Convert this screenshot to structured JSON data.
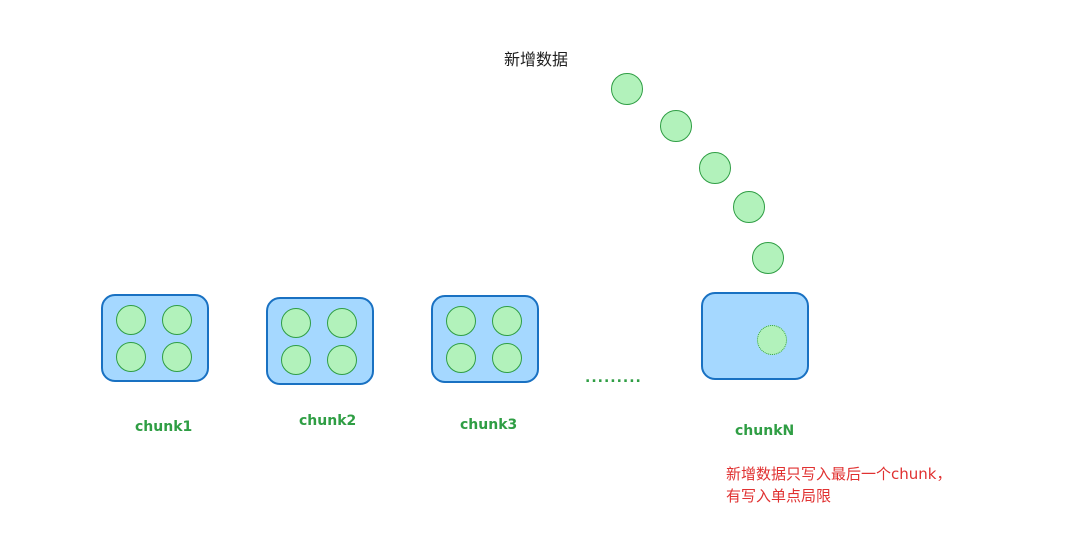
{
  "title": "新增数据",
  "chunks": [
    {
      "label": "chunk1",
      "items": 4
    },
    {
      "label": "chunk2",
      "items": 4
    },
    {
      "label": "chunk3",
      "items": 4
    },
    {
      "label": "chunkN",
      "items": 1
    }
  ],
  "ellipsis": ".........",
  "note": {
    "line1": "新增数据只写入最后一个chunk，",
    "line2": "有写入单点局限"
  },
  "colors": {
    "chunk_fill": "#a5d8ff",
    "chunk_stroke": "#1971c2",
    "dot_fill": "#b2f2bb",
    "dot_stroke": "#2f9e44",
    "note": "#e03131"
  }
}
